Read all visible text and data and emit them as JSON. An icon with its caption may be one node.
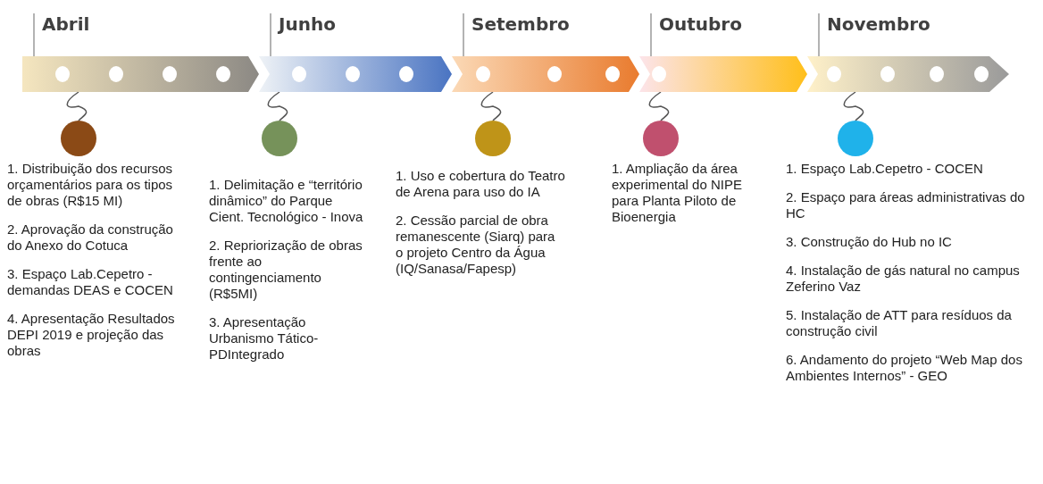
{
  "diagram": {
    "nodes": [
      {
        "text": [
          "Abril"
        ]
      },
      {
        "text": [
          "Junho"
        ]
      },
      {
        "text": [
          "Setembro"
        ]
      },
      {
        "text": [
          "Outubro"
        ]
      },
      {
        "text": [
          "Novembro"
        ]
      },
      {
        "text": [],
        "shape": "circle",
        "beside": [
          "1. Distribuição dos recursos orçamentários para os tipos de obras (R$15 MI)",
          "2. Aprovação da construção do Anexo do Cotuca",
          "3. Espaço Lab.Cepetro - demandas DEAS e COCEN",
          "4. Apresentação Resultados DEPI 2019 e projeção das obras"
        ]
      },
      {
        "text": [],
        "shape": "circle",
        "beside": [
          "1. Delimitação e “território dinâmico” do Parque Cient. Tecnológico - Inova",
          "2. Repriorização de obras frente ao contingenciamento (R$5MI)",
          "3. Apresentação Urbanismo Tático-PDIntegrado"
        ]
      },
      {
        "text": [],
        "shape": "circle",
        "beside": [
          "1. Uso e cobertura do Teatro de Arena para uso do IA",
          "2. Cessão parcial de obra remanescente (Siarq) para o projeto Centro da Água (IQ/Sanasa/Fapesp)"
        ]
      },
      {
        "text": [],
        "shape": "circle",
        "beside": [
          "1. Ampliação da área experimental do NIPE para Planta Piloto de Bioenergia"
        ]
      },
      {
        "text": [],
        "shape": "circle",
        "beside": [
          "1. Espaço Lab.Cepetro - COCEN",
          "2. Espaço para áreas administrativas do HC",
          "3. Construção do Hub no IC",
          "4. Instalação de gás natural no campus Zeferino Vaz",
          "5. Instalação de ATT para resíduos da construção civil",
          "6. Andamento do projeto “Web Map dos Ambientes Internos” - GEO"
        ]
      }
    ],
    "edges": [
      {
        "from": 0,
        "to": 5,
        "arrow": "none"
      },
      {
        "from": 1,
        "to": 6,
        "arrow": "none"
      },
      {
        "from": 2,
        "to": 7,
        "arrow": "none"
      },
      {
        "from": 3,
        "to": 8,
        "arrow": "none"
      },
      {
        "from": 4,
        "to": 9,
        "arrow": "none"
      }
    ]
  }
}
